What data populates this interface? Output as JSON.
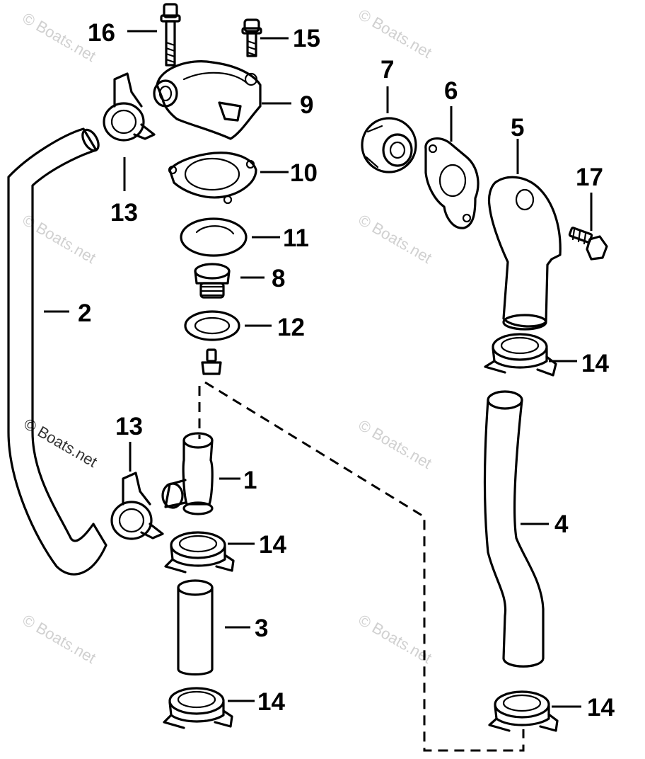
{
  "watermark": "© Boats.net",
  "callouts": [
    {
      "label": "16"
    },
    {
      "label": "15"
    },
    {
      "label": "9"
    },
    {
      "label": "13"
    },
    {
      "label": "10"
    },
    {
      "label": "11"
    },
    {
      "label": "8"
    },
    {
      "label": "12"
    },
    {
      "label": "2"
    },
    {
      "label": "13"
    },
    {
      "label": "1"
    },
    {
      "label": "14"
    },
    {
      "label": "3"
    },
    {
      "label": "14"
    },
    {
      "label": "7"
    },
    {
      "label": "6"
    },
    {
      "label": "5"
    },
    {
      "label": "17"
    },
    {
      "label": "14"
    },
    {
      "label": "4"
    },
    {
      "label": "14"
    }
  ]
}
